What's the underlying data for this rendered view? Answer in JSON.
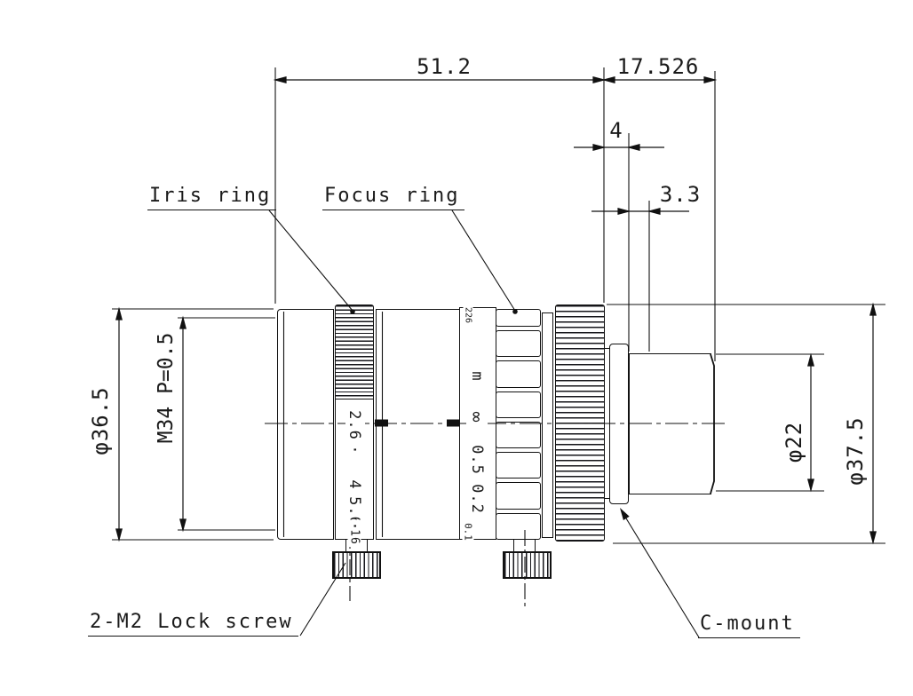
{
  "drawing": {
    "title_labels": {
      "iris_ring": "Iris ring",
      "focus_ring": "Focus ring",
      "lock_screw": "2-M2 Lock screw",
      "c_mount": "C-mount"
    },
    "dimensions": {
      "body_length": "51.2",
      "flange_back": "17.526",
      "mount_step": "4",
      "thread_relief": "3.3",
      "front_diameter": "φ36.5",
      "filter_thread": "M34 P=0.5",
      "mount_diameter": "φ22",
      "max_diameter": "φ37.5"
    },
    "iris_scale": [
      "2.6",
      "·",
      "4",
      "5.6",
      "·",
      "16"
    ],
    "focus_scale": {
      "top_marking": "226",
      "unit": "m",
      "infinity": "∞",
      "values": [
        "0.5",
        "0.2",
        "0.1"
      ]
    }
  }
}
